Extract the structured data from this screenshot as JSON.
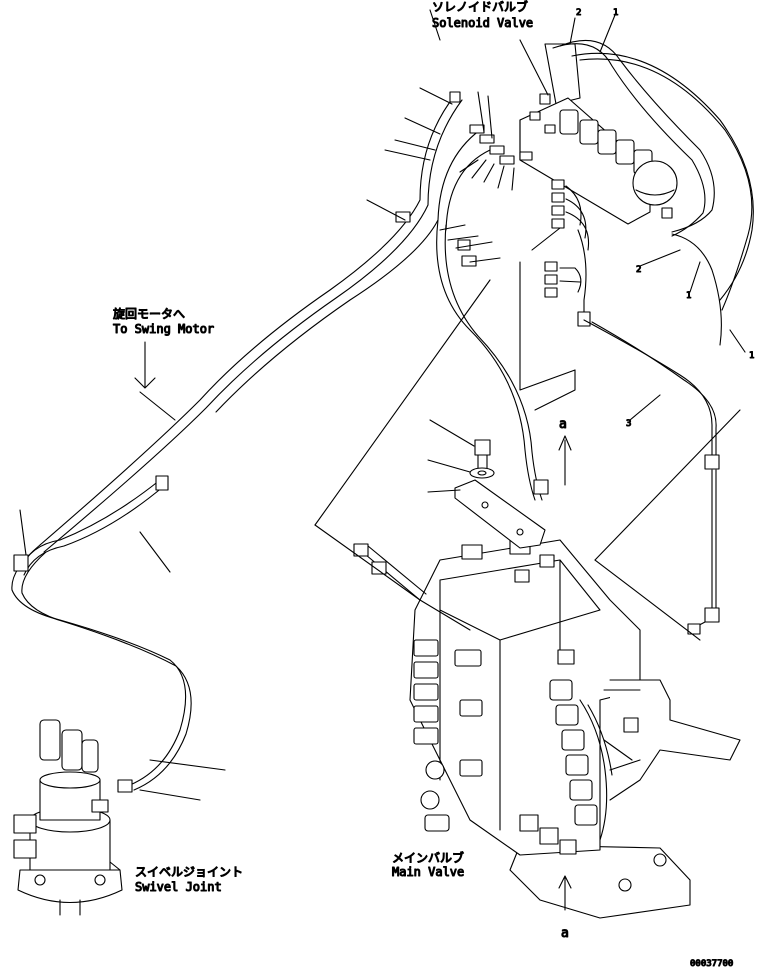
{
  "labels": {
    "solenoid_valve_jp": "ソレノイドバルブ",
    "solenoid_valve_en": "Solenoid Valve",
    "swing_motor_jp": "旋回モータへ",
    "swing_motor_en": "To Swing Motor",
    "swivel_joint_jp": "スイベルジョイント",
    "swivel_joint_en": "Swivel Joint",
    "main_valve_jp": "メインバルブ",
    "main_valve_en": "Main Valve"
  },
  "refs": {
    "a_top": "a",
    "a_bottom": "a",
    "n2_top": "2",
    "n1_top": "1",
    "n2_mid": "2",
    "n1_mid": "1",
    "n1_right": "1",
    "n3_right": "3"
  },
  "drawing_number": "00037700",
  "colors": {
    "ink": "#000000",
    "paper": "#ffffff"
  }
}
